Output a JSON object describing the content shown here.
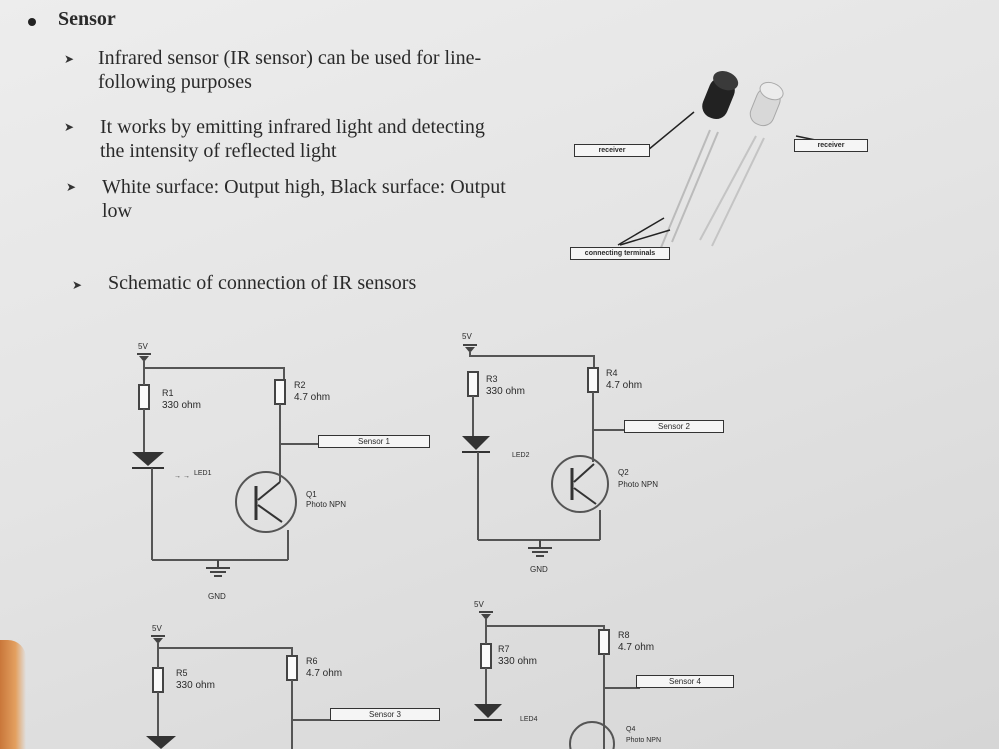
{
  "section": {
    "heading": "Sensor",
    "items": [
      {
        "line1": "Infrared sensor (IR sensor) can be used for line-",
        "line2": "following purposes"
      },
      {
        "line1": "It works by emitting infrared light and detecting",
        "line2": "the intensity of reflected light"
      },
      {
        "line1": "White surface: Output high, Black surface: Output",
        "line2": "low"
      },
      {
        "line1": "Schematic of connection of IR sensors",
        "line2": ""
      }
    ]
  },
  "sensor_image": {
    "labels": {
      "left": "receiver",
      "right": "receiver",
      "bottom": "connecting terminals"
    }
  },
  "circuits": [
    {
      "supply": "5V",
      "ground": "GND",
      "r_left_name": "R1",
      "r_left_value": "330 ohm",
      "r_right_name": "R2",
      "r_right_value": "4.7 ohm",
      "led": "LED1",
      "transistor": "Q1",
      "transistor_type": "Photo NPN",
      "output": "Sensor 1"
    },
    {
      "supply": "5V",
      "ground": "GND",
      "r_left_name": "R3",
      "r_left_value": "330 ohm",
      "r_right_name": "R4",
      "r_right_value": "4.7 ohm",
      "led": "LED2",
      "transistor": "Q2",
      "transistor_type": "Photo NPN",
      "output": "Sensor 2"
    },
    {
      "supply": "5V",
      "r_left_name": "R5",
      "r_left_value": "330 ohm",
      "r_right_name": "R6",
      "r_right_value": "4.7 ohm",
      "output": "Sensor 3"
    },
    {
      "supply": "5V",
      "r_left_name": "R7",
      "r_left_value": "330 ohm",
      "r_right_name": "R8",
      "r_right_value": "4.7 ohm",
      "led": "LED4",
      "transistor": "Q4",
      "transistor_type": "Photo NPN",
      "output": "Sensor 4"
    }
  ]
}
